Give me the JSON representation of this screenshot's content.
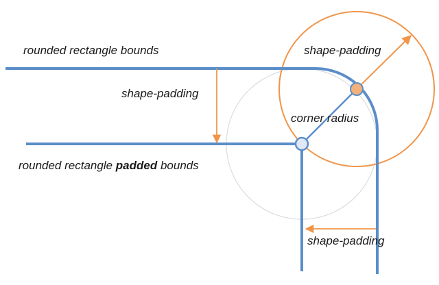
{
  "labels": {
    "outer_bounds": "rounded rectangle bounds",
    "shape_padding_vertical": "shape-padding",
    "padded_bounds_prefix": "rounded rectangle ",
    "padded_bounds_emphasis": "padded",
    "padded_bounds_suffix": " bounds",
    "shape_padding_diagonal": "shape-padding",
    "corner_radius": "corner radius",
    "shape_padding_horizontal": "shape-padding"
  },
  "colors": {
    "blue_line": "#5b8ec9",
    "orange": "#f0954a",
    "faint_circle": "#d8dde3",
    "marker_fill_blue": "#dfe8f4",
    "marker_fill_orange": "#f3b07a"
  }
}
